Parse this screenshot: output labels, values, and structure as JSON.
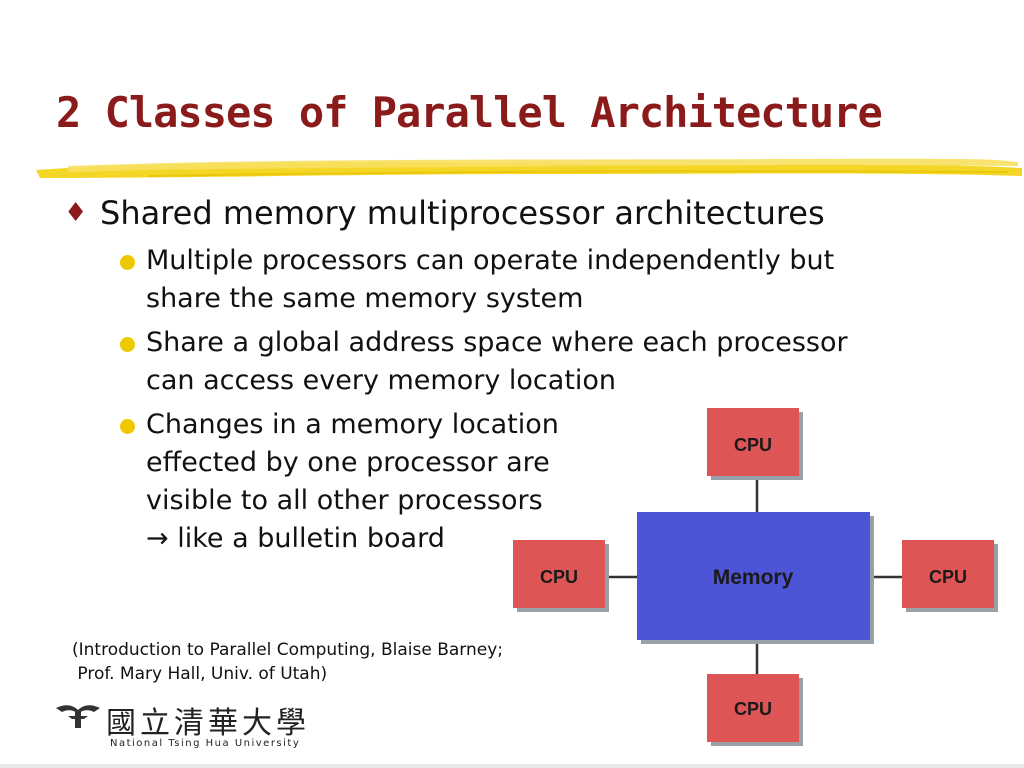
{
  "slide": {
    "title": "2 Classes of Parallel Architecture",
    "bullets": {
      "main": "Shared memory multiprocessor architectures",
      "sub1": [
        "Multiple processors can operate independently but",
        "share the same memory system"
      ],
      "sub2": [
        "Share a global address space where each processor",
        "can access every memory location"
      ],
      "sub3": [
        "Changes in a memory location",
        "effected by one processor are",
        "visible to all other processors",
        "like a bulletin board"
      ]
    },
    "arrow_glyph": "→",
    "citation": [
      "(Introduction to Parallel Computing, Blaise Barney;",
      " Prof. Mary Hall, Univ. of Utah)"
    ],
    "logo": {
      "chinese": "國立清華大學",
      "english": "National Tsing Hua University"
    },
    "diagram": {
      "memory_label": "Memory",
      "cpu_labels": [
        "CPU",
        "CPU",
        "CPU",
        "CPU"
      ]
    },
    "colors": {
      "title": "#8b1a1a",
      "bullet_main": "#8b1a1a",
      "bullet_sub": "#f0c800",
      "underline": "#f2d000",
      "memory": "#4d55d6",
      "cpu": "#de5555"
    }
  }
}
